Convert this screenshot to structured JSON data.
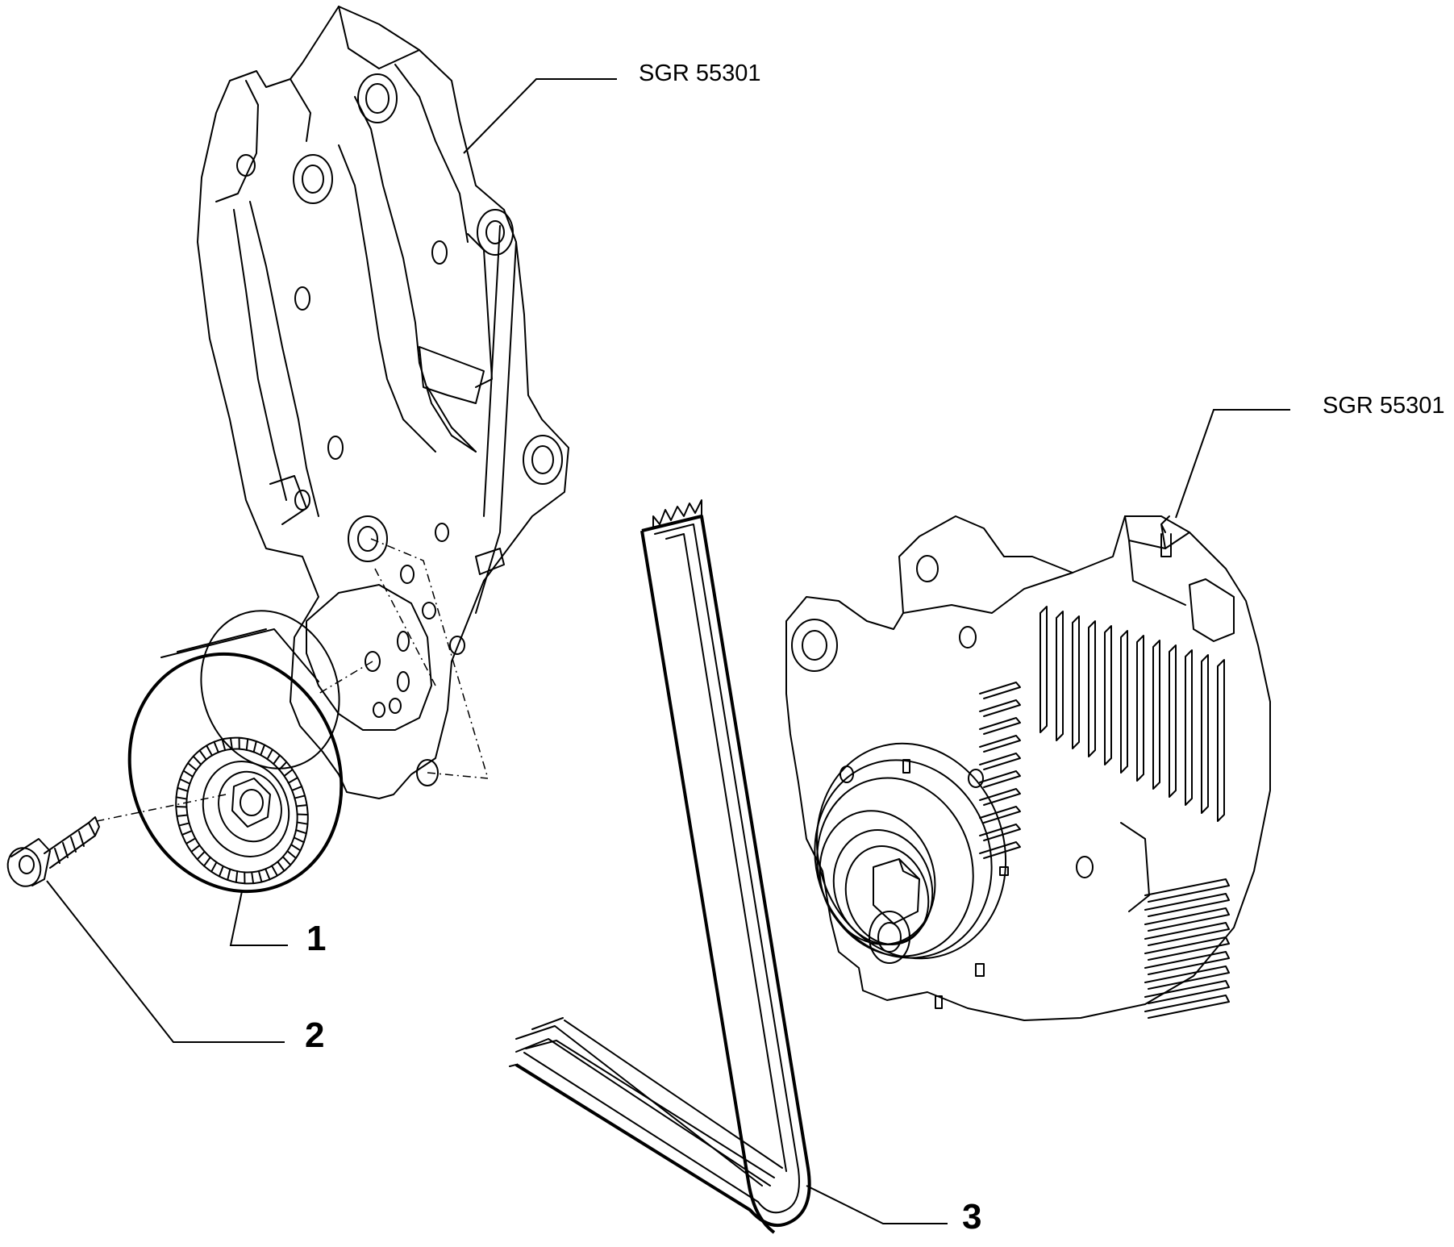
{
  "callouts": {
    "bracket_ref": "SGR 55301",
    "alternator_ref": "SGR 55301",
    "item_1": "1",
    "item_2": "2",
    "item_3": "3"
  }
}
